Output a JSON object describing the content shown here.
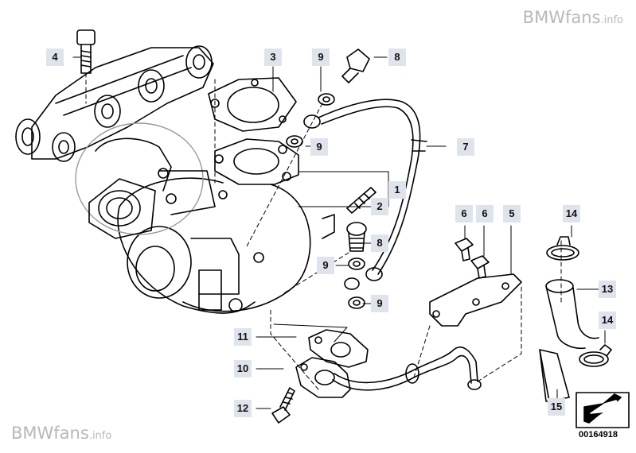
{
  "watermark_top": "BMWfans",
  "watermark_top_suffix": ".info",
  "watermark_bottom": "BMWfans",
  "watermark_bottom_suffix": ".info",
  "document_number": "00164918",
  "callouts": {
    "c1": "1",
    "c2": "2",
    "c3": "3",
    "c4": "4",
    "c5": "5",
    "c6a": "6",
    "c6b": "6",
    "c7": "7",
    "c8a": "8",
    "c8b": "8",
    "c9a": "9",
    "c9b": "9",
    "c9c": "9",
    "c9d": "9",
    "c10": "10",
    "c11": "11",
    "c12": "12",
    "c13": "13",
    "c14a": "14",
    "c14b": "14",
    "c15": "15"
  }
}
